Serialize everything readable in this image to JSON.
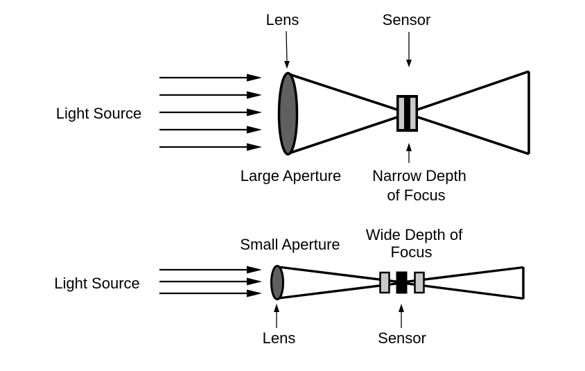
{
  "figure": {
    "description": "Comparison of aperture size and depth of focus",
    "colors": {
      "line": "#000000",
      "lens_fill": "#606060",
      "sensor_strip_fill": "#c9c9c9",
      "background": "#ffffff"
    },
    "top_diagram": {
      "light_source_label": "Light Source",
      "lens_label": "Lens",
      "sensor_label": "Sensor",
      "aperture_label": "Large Aperture",
      "depth_label_line1": "Narrow Depth",
      "depth_label_line2": "of Focus",
      "ray_count": 5
    },
    "bottom_diagram": {
      "light_source_label": "Light Source",
      "lens_label": "Lens",
      "sensor_label": "Sensor",
      "aperture_label": "Small Aperture",
      "depth_label_line1": "Wide Depth of",
      "depth_label_line2": "Focus",
      "ray_count": 3
    }
  }
}
